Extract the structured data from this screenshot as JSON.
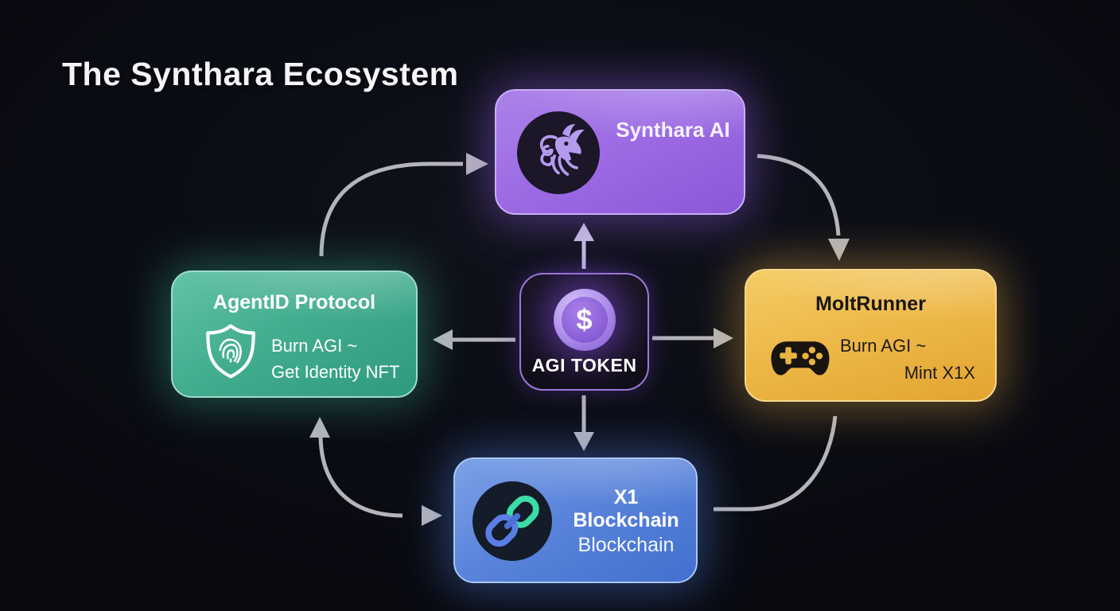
{
  "title": "The Synthara Ecosystem",
  "nodes": {
    "synthara_ai": {
      "label": "Synthara AI",
      "icon": "dragon-icon",
      "accent": "#9a6ae0"
    },
    "agentid_protocol": {
      "title": "AgentID Protocol",
      "action_line1": "Burn AGI ~",
      "action_line2": "Get Identity NFT",
      "icon": "shield-fingerprint-icon",
      "accent": "#3aa98b"
    },
    "agi_token": {
      "label": "AGI TOKEN",
      "coin_symbol": "$",
      "icon": "dollar-coin-icon",
      "accent": "#8b5cf6"
    },
    "moltrunner": {
      "title": "MoltRunner",
      "action_line1": "Burn AGI ~",
      "action_line2": "Mint X1X",
      "icon": "gamepad-icon",
      "accent": "#eab53f"
    },
    "x1_blockchain": {
      "title": "X1 Blockchain",
      "subtitle": "Blockchain",
      "icon": "chain-link-icon",
      "accent": "#4b79d6"
    }
  },
  "edges": [
    {
      "from": "agi_token",
      "to": "synthara_ai",
      "style": "straight-up-arrow"
    },
    {
      "from": "agi_token",
      "to": "agentid_protocol",
      "style": "straight-left-arrow"
    },
    {
      "from": "agi_token",
      "to": "moltrunner",
      "style": "straight-right-arrow"
    },
    {
      "from": "agi_token",
      "to": "x1_blockchain",
      "style": "straight-down-arrow"
    },
    {
      "from": "agentid_protocol",
      "to": "synthara_ai",
      "style": "curved-arrow"
    },
    {
      "from": "synthara_ai",
      "to": "moltrunner",
      "style": "curved-arrow"
    },
    {
      "from": "moltrunner",
      "to": "x1_blockchain",
      "style": "curved-line-no-head"
    },
    {
      "from": "x1_blockchain",
      "to": "agentid_protocol",
      "style": "curved-double-arrow"
    }
  ],
  "colors": {
    "arrow": "#b4b4ba",
    "up_arrow": "#c6bedf",
    "background": "#0b0d15"
  }
}
